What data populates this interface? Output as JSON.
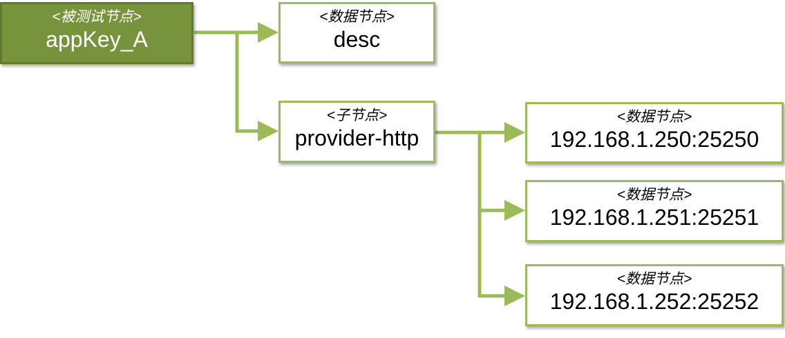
{
  "nodes": {
    "root": {
      "sublabel": "<被测试节点>",
      "label": "appKey_A"
    },
    "desc": {
      "sublabel": "<数据节点>",
      "label": "desc"
    },
    "provider": {
      "sublabel": "<子节点>",
      "label": "provider-http"
    },
    "ip1": {
      "sublabel": "<数据节点>",
      "label": "192.168.1.250:25250"
    },
    "ip2": {
      "sublabel": "<数据节点>",
      "label": "192.168.1.251:25251"
    },
    "ip3": {
      "sublabel": "<数据节点>",
      "label": "192.168.1.252:25252"
    }
  },
  "colors": {
    "line": "#9bbb59",
    "root_fill": "#77933c",
    "node_border": "#9bbb59"
  }
}
